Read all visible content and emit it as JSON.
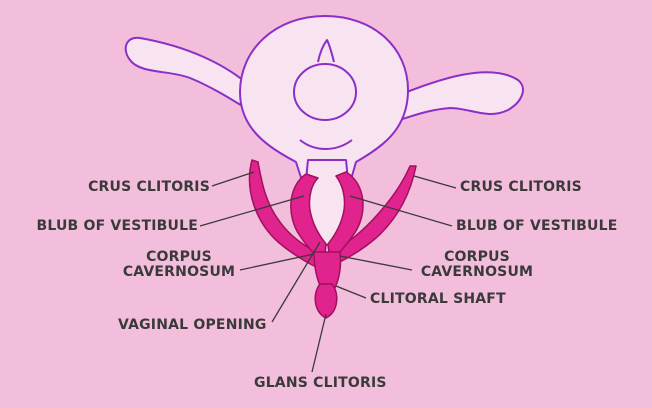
{
  "labels": {
    "crus_clitoris_left": "CRUS CLITORIS",
    "crus_clitoris_right": "CRUS CLITORIS",
    "bulb_left": "BLUB OF VESTIBULE",
    "bulb_right": "BLUB OF VESTIBULE",
    "corpus_left_1": "CORPUS",
    "corpus_left_2": "CAVERNOSUM",
    "corpus_right_1": "CORPUS",
    "corpus_right_2": "CAVERNOSUM",
    "clitoral_shaft": "CLITORAL SHAFT",
    "vaginal_opening": "VAGINAL OPENING",
    "glans_clitoris": "GLANS CLITORIS"
  },
  "colors": {
    "background": "#f2bedb",
    "uterus_fill": "#f8e4f1",
    "uterus_stroke": "#8b2fc8",
    "clitoris_fill": "#e0238d",
    "clitoris_stroke": "#a2105f",
    "leader_line": "#3a3a3a",
    "text": "#3a3a3a"
  }
}
